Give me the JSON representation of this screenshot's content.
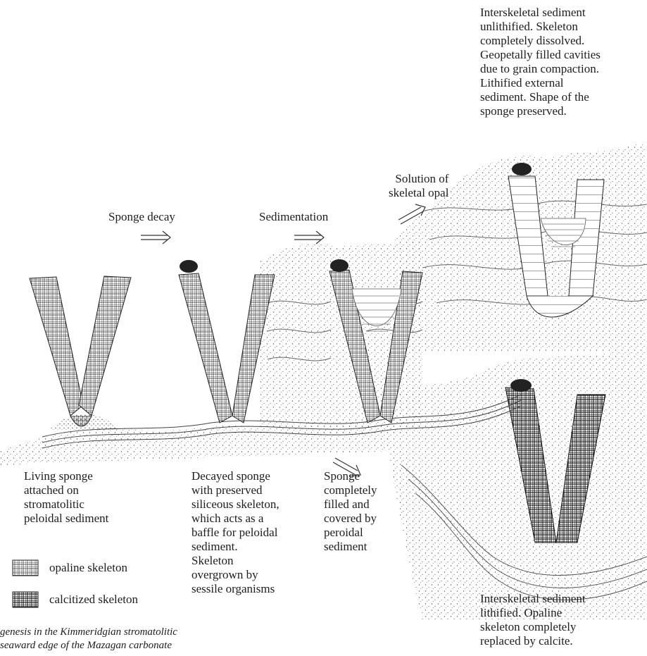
{
  "labels": {
    "sponge_decay": "Sponge decay",
    "sedimentation": "Sedimentation",
    "solution": "Solution of\nskeletal opal",
    "top_right": "Interskeletal sediment\nunlithified. Skeleton\ncompletely dissolved.\nGeopetally filled cavities\ndue to grain compaction.\nLithified external\nsediment. Shape of the\nsponge preserved.",
    "living": "Living sponge\nattached on\nstromatolitic\npeloidal sediment",
    "decayed": "Decayed sponge\nwith preserved\nsiliceous skeleton,\nwhich acts as a\nbaffle for peloidal\nsediment.\nSkeleton\novergrown by\nsessile organisms",
    "filled": "Sponge\ncompletely\nfilled and\ncovered by\nperoidal\nsediment",
    "bottom_right": "Interskeletal sediment\nlithified. Opaline\nskeleton completely\nreplaced by calcite."
  },
  "legend": {
    "opaline": "opaline skeleton",
    "calcitized": "calcitized skeleton"
  },
  "caption": "genesis in the Kimmeridgian stromatolitic\n seaward edge of the Mazagan carbonate"
}
